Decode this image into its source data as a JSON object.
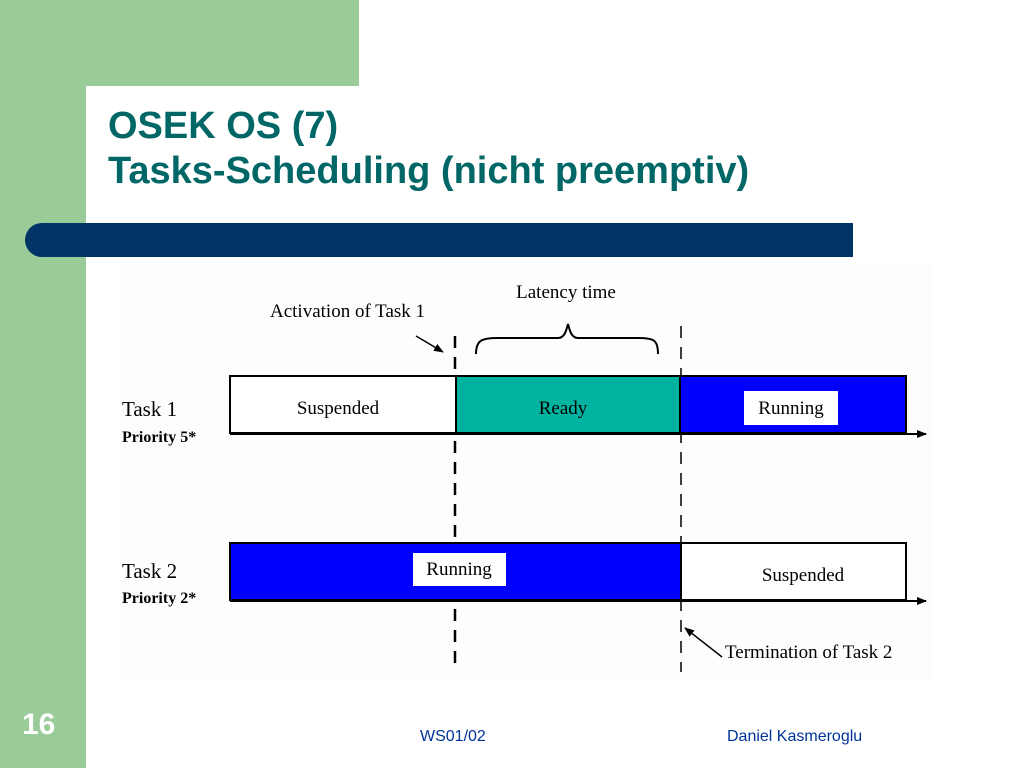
{
  "slide": {
    "title_line1": "OSEK OS (7)",
    "title_line2": "Tasks-Scheduling (nicht preemptiv)",
    "number": "16",
    "footer_term": "WS01/02",
    "footer_author": "Daniel Kasmeroglu"
  },
  "colors": {
    "title": "#006666",
    "bar": "#003366",
    "green": "#99cc99",
    "running": "#0000ff",
    "ready": "#00b3a1"
  },
  "diagram": {
    "latency_label": "Latency time",
    "activation_label": "Activation of Task 1",
    "termination_label": "Termination of Task 2",
    "task1": {
      "name": "Task 1",
      "priority": "Priority 5*",
      "seg_suspended": "Suspended",
      "seg_ready": "Ready",
      "seg_running": "Running"
    },
    "task2": {
      "name": "Task 2",
      "priority": "Priority 2*",
      "seg_running": "Running",
      "seg_suspended": "Suspended"
    }
  }
}
